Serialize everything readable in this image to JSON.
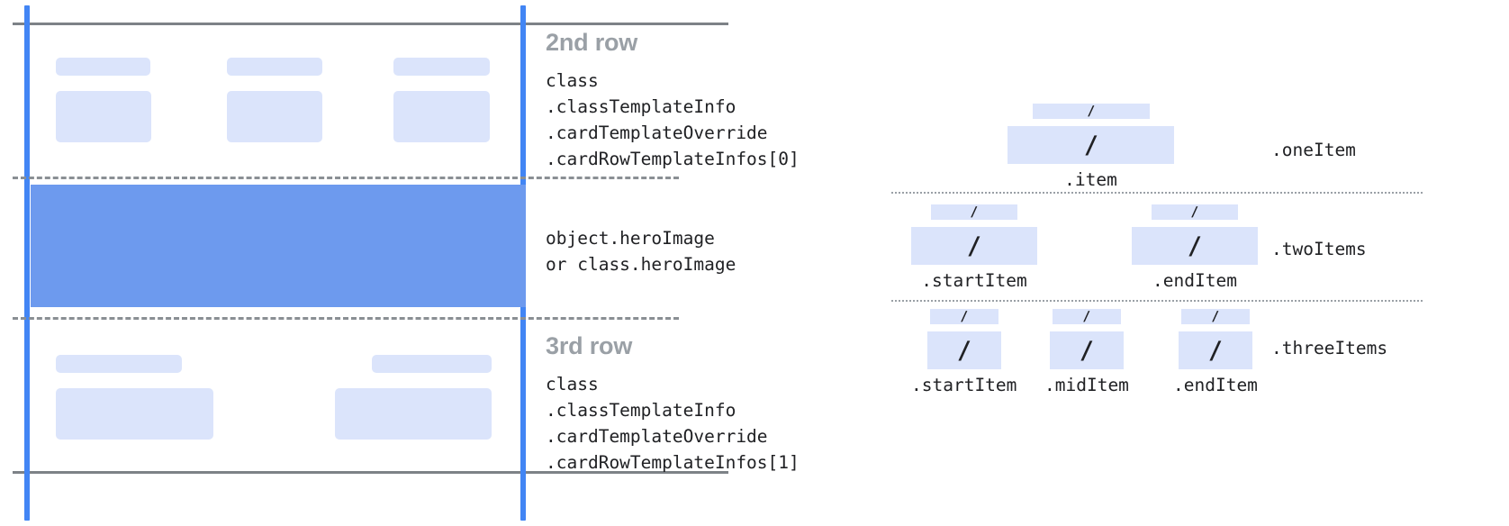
{
  "left_diagram": {
    "rows": [
      {
        "title": "2nd row",
        "code_lines": [
          "class",
          ".classTemplateInfo",
          ".cardTemplateOverride",
          ".cardRowTemplateInfos[0]"
        ]
      },
      {
        "title": "",
        "code_lines": [
          "object.heroImage",
          "or class.heroImage"
        ]
      },
      {
        "title": "3rd row",
        "code_lines": [
          "class",
          ".classTemplateInfo",
          ".cardTemplateOverride",
          ".cardRowTemplateInfos[1]"
        ]
      }
    ]
  },
  "right_diagram": {
    "slash_glyph": "/",
    "groups": [
      {
        "label": ".oneItem",
        "items": [
          {
            "caption": ".item"
          }
        ]
      },
      {
        "label": ".twoItems",
        "items": [
          {
            "caption": ".startItem"
          },
          {
            "caption": ".endItem"
          }
        ]
      },
      {
        "label": ".threeItems",
        "items": [
          {
            "caption": ".startItem"
          },
          {
            "caption": ".midItem"
          },
          {
            "caption": ".endItem"
          }
        ]
      }
    ]
  },
  "colors": {
    "guide_blue": "#4285f4",
    "hero_blue": "#6d9aee",
    "chip_blue": "#dbe4fb",
    "rule_grey": "#7d8287",
    "title_grey": "#9aa0a6",
    "code_black": "#202124"
  }
}
